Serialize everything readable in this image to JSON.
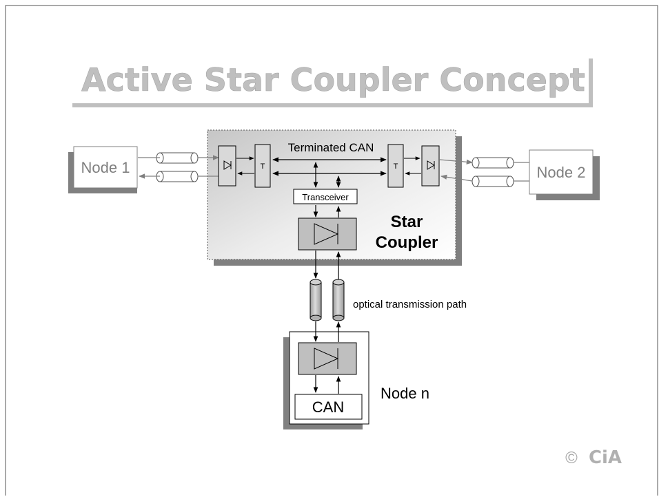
{
  "slide": {
    "title": "Active Star Coupler Concept"
  },
  "diagram": {
    "node1_label": "Node 1",
    "node2_label": "Node 2",
    "terminated_can_label": "Terminated CAN",
    "termination_label": "T",
    "transceiver_label": "Transceiver",
    "star_coupler_line1": "Star",
    "star_coupler_line2": "Coupler",
    "optical_path_label": "optical transmission path",
    "node_n_label": "Node n",
    "can_label": "CAN"
  },
  "footer": {
    "copyright_symbol": "©",
    "logo_text": "CiA"
  },
  "colors": {
    "title": "#bfbfbf",
    "shadow": "#808080",
    "box_fill": "#d9d9d9",
    "frame": "#555555"
  }
}
